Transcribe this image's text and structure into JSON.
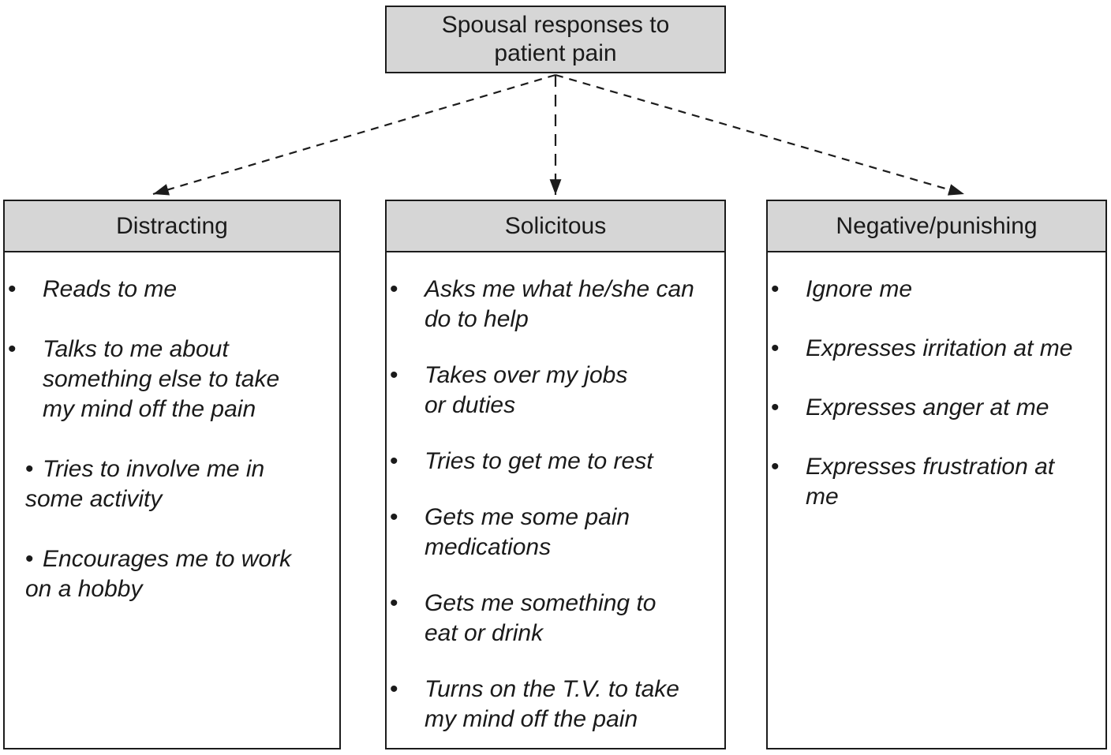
{
  "figure": {
    "root": {
      "label": "Spousal responses to\npatient pain"
    },
    "bullet_glyph": "•",
    "columns": [
      {
        "id": "distracting",
        "header": "Distracting",
        "items": [
          {
            "text": "Reads to me"
          },
          {
            "text": "Talks to me about\nsomething else to take\nmy mind off the pain"
          },
          {
            "text": "Tries to involve me in\nsome activity"
          },
          {
            "text": "Encourages me to work\non a hobby"
          }
        ]
      },
      {
        "id": "solicitous",
        "header": "Solicitous",
        "items": [
          {
            "text": "Asks me what he/she can\ndo to help"
          },
          {
            "text": "Takes over my jobs\nor duties"
          },
          {
            "text": "Tries to get me to rest"
          },
          {
            "text": "Gets me some pain\nmedications"
          },
          {
            "text": "Gets me something to\neat or drink"
          },
          {
            "text": "Turns on the T.V. to take\nmy mind off the pain"
          }
        ]
      },
      {
        "id": "negative-punishing",
        "header": "Negative/punishing",
        "items": [
          {
            "text": "Ignore me"
          },
          {
            "text": "Expresses irritation at me"
          },
          {
            "text": "Expresses anger at me"
          },
          {
            "text": "Expresses frustration at me"
          }
        ]
      }
    ],
    "connectors": [
      {
        "from": "Spousal responses to patient pain",
        "to": "Distracting",
        "style": "dashed-arrow"
      },
      {
        "from": "Spousal responses to patient pain",
        "to": "Solicitous",
        "style": "dashed-arrow"
      },
      {
        "from": "Spousal responses to patient pain",
        "to": "Negative/punishing",
        "style": "dashed-arrow"
      }
    ],
    "colors": {
      "node_fill": "#d6d6d6",
      "node_border": "#1c1c1c",
      "body_fill": "#ffffff",
      "text": "#1a1a1a"
    }
  }
}
